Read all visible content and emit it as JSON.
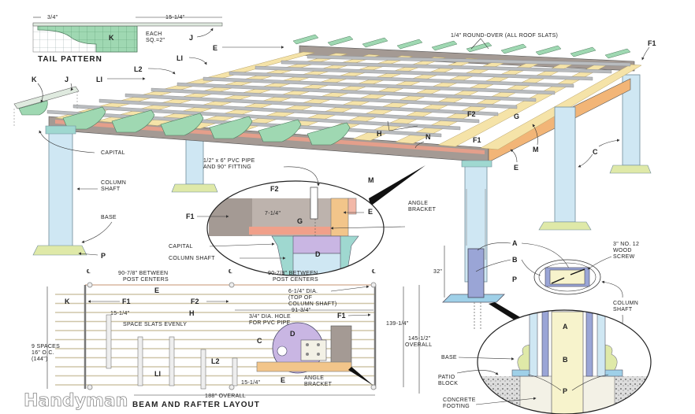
{
  "figure": {
    "watermark": "Handyman",
    "colors": {
      "slat": "#b9bcbf",
      "rafter": "#f5e3a8",
      "rafter_end": "#f2b577",
      "beam": "#a49a94",
      "beam_strip": "#f0a08a",
      "column": "#cfe7f3",
      "column_edge": "#6f8a98",
      "base": "#dfe9a8",
      "tail": "#9fd8b2",
      "pink": "#f2b8a8",
      "purple": "#c9b6e3",
      "footing": "#f3f1e6",
      "ink": "#222222"
    }
  },
  "tail_pattern": {
    "title": "TAIL PATTERN",
    "dim_left": "3/4\"",
    "dim_right": "15-1/4\"",
    "grid_note_1": "EACH",
    "grid_note_2": "SQ.=2\"",
    "part_k": "K",
    "part_j": "J"
  },
  "main_view": {
    "roundover_note": "1/4\" ROUND-OVER (ALL ROOF SLATS)",
    "labels": {
      "f1_top": "F1",
      "e_top": "E",
      "li_top": "LI",
      "l2": "L2",
      "li_left": "LI",
      "k_detail": "K",
      "j_detail": "J",
      "capital": "CAPITAL",
      "column_shaft_1": "COLUMN",
      "column_shaft_2": "SHAFT",
      "base": "BASE",
      "p": "P",
      "h": "H",
      "n": "N",
      "f2": "F2",
      "g": "G",
      "f1_front": "F1",
      "m": "M",
      "e_front": "E",
      "c": "C"
    }
  },
  "beam_detail": {
    "pvc_note_1": "1/2\" x 6\" PVC PIPE",
    "pvc_note_2": "AND 90° FITTING",
    "f2": "F2",
    "f1": "F1",
    "g": "G",
    "dim": "7-1/4\"",
    "m": "M",
    "e": "E",
    "angle_bracket_1": "ANGLE",
    "angle_bracket_2": "BRACKET",
    "capital": "CAPITAL",
    "column_shaft": "COLUMN SHAFT",
    "d": "D"
  },
  "post_detail": {
    "a": "A",
    "b": "B",
    "p": "P",
    "height": "32\"",
    "screw_1": "3\" NO. 12",
    "screw_2": "WOOD",
    "screw_3": "SCREW",
    "shaft_1": "COLUMN",
    "shaft_2": "SHAFT"
  },
  "footing_detail": {
    "a": "A",
    "b": "B",
    "p": "P",
    "base": "BASE",
    "patio_1": "PATIO",
    "patio_2": "BLOCK",
    "concrete_1": "CONCRETE",
    "concrete_2": "FOOTING"
  },
  "layout_plan": {
    "title": "BEAM AND RAFTER LAYOUT",
    "centerline": "℄",
    "span_left_1": "90-7/8\" BETWEEN",
    "span_left_2": "POST CENTERS",
    "span_right_1": "90-7/8\" BETWEEN",
    "span_right_2": "POST CENTERS",
    "e_top": "E",
    "k": "K",
    "f1": "F1",
    "f2": "F2",
    "h": "H",
    "overhang": "15-1/4\"",
    "space_slats": "SPACE SLATS EVENLY",
    "spaces_1": "9 SPACES",
    "spaces_2": "16\" O.C.",
    "spaces_3": "(144\")",
    "li": "LI",
    "l2": "L2",
    "overall_width": "188\" OVERALL",
    "shaft_dia_1": "6-1/4\" DIA.",
    "shaft_dia_2": "(TOP OF",
    "shaft_dia_3": "COLUMN SHAFT)",
    "inner_span": "91-3/4\"",
    "hole_1": "3/4\" DIA. HOLE",
    "hole_2": "FOR PVC PIPE",
    "f1_inset": "F1",
    "d": "D",
    "c": "C",
    "e_inset": "E",
    "bracket_1": "ANGLE",
    "bracket_2": "BRACKET",
    "bottom_overhang": "15-1/4\"",
    "depth_inner": "139-1/4\"",
    "depth_overall_1": "145-1/2\"",
    "depth_overall_2": "OVERALL"
  }
}
